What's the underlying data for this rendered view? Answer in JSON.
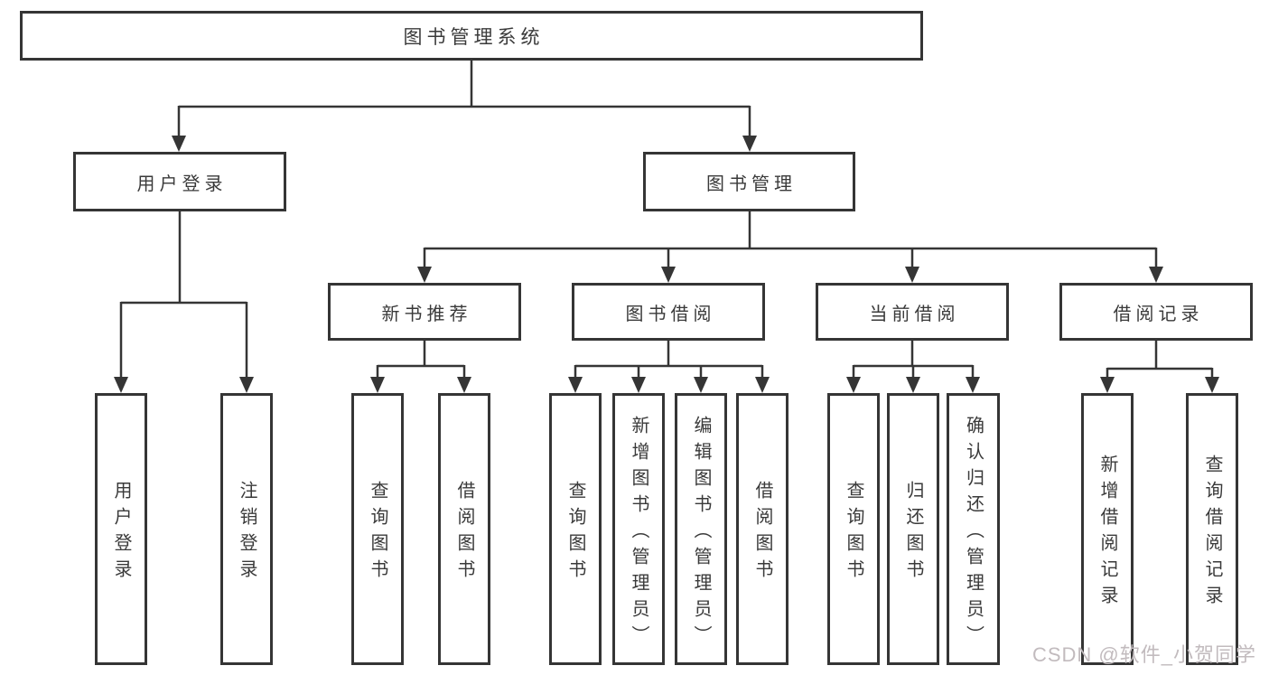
{
  "diagram": {
    "root": "图书管理系统",
    "user_login": {
      "label": "用户登录",
      "children": [
        "用户登录",
        "注销登录"
      ]
    },
    "book_mgmt": {
      "label": "图书管理",
      "new_books": {
        "label": "新书推荐",
        "children": [
          "查询图书",
          "借阅图书"
        ]
      },
      "book_borrow": {
        "label": "图书借阅",
        "children": [
          "查询图书",
          "新增图书（管理员）",
          "编辑图书（管理员）",
          "借阅图书"
        ]
      },
      "current_borrow": {
        "label": "当前借阅",
        "children": [
          "查询图书",
          "归还图书",
          "确认归还（管理员）"
        ]
      },
      "borrow_records": {
        "label": "借阅记录",
        "children": [
          "新增借阅记录",
          "查询借阅记录"
        ]
      }
    }
  },
  "watermark": "CSDN @软件_小贺同学",
  "colors": {
    "line": "#353535",
    "text": "#3a3a3a",
    "watermark": "#c2bbbe",
    "background": "#ffffff"
  }
}
